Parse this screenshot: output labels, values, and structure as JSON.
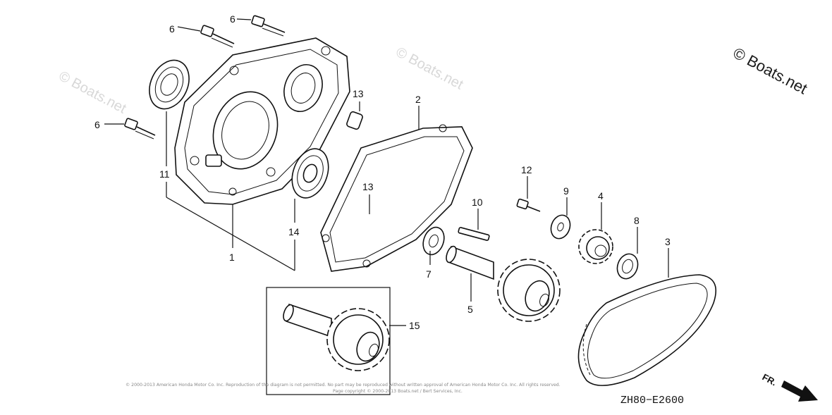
{
  "watermarks": {
    "left": "© Boats.net",
    "center": "© Boats.net",
    "right": "© Boats.net"
  },
  "callouts": {
    "c1": "1",
    "c2": "2",
    "c3": "3",
    "c4": "4",
    "c5": "5",
    "c6a": "6",
    "c6b": "6",
    "c6c": "6",
    "c7": "7",
    "c8": "8",
    "c9": "9",
    "c10": "10",
    "c11": "11",
    "c12": "12",
    "c13a": "13",
    "c13b": "13",
    "c14": "14",
    "c15": "15"
  },
  "diagram_code": "ZH80−E2600",
  "direction_label": "FR.",
  "fine_print": {
    "line1": "© 2000-2013 American Honda Motor Co. Inc. Reproduction of the diagram is not permitted. No part may be reproduced without written approval of American Honda Motor Co. Inc. All rights reserved.",
    "line2": "Page copyright © 2000-2013 Boats.net / Bert Services, Inc."
  },
  "colors": {
    "line": "#111111",
    "watermark_light": "#d8d8d8",
    "background": "#ffffff"
  }
}
